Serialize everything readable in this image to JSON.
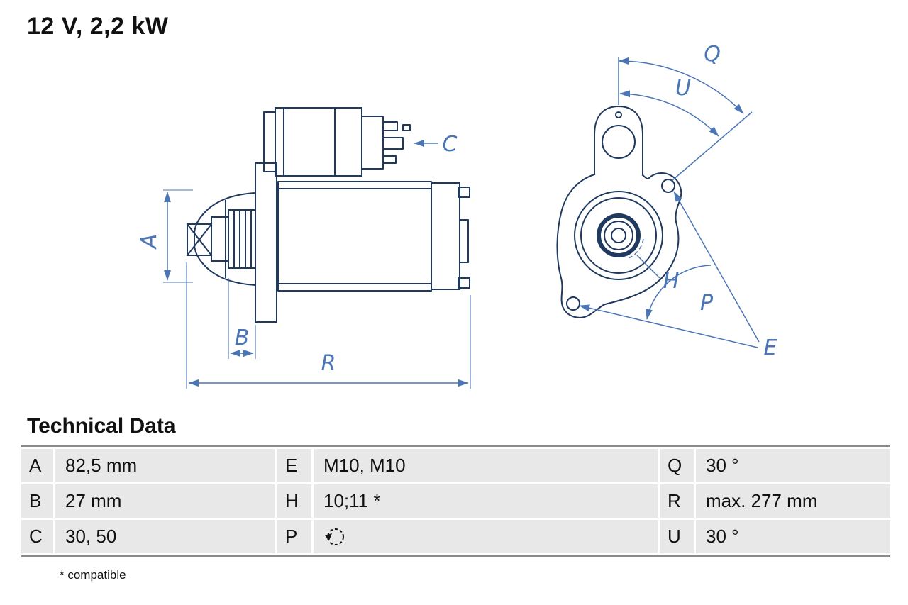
{
  "title": "12 V, 2,2 kW",
  "colors": {
    "drawing_outline": "#20395f",
    "dimension_blue": "#4b76b6",
    "table_cell_bg": "#e8e8e8",
    "text": "#111111"
  },
  "diagram": {
    "labels": {
      "A": "A",
      "B": "B",
      "C": "C",
      "R": "R",
      "Q": "Q",
      "U": "U",
      "H": "H",
      "P": "P",
      "E": "E"
    }
  },
  "technical_data": {
    "heading": "Technical Data",
    "rows": [
      {
        "c1": {
          "key": "A",
          "value": "82,5 mm"
        },
        "c2": {
          "key": "E",
          "value": "M10, M10"
        },
        "c3": {
          "key": "Q",
          "value": "30 °"
        }
      },
      {
        "c1": {
          "key": "B",
          "value": "27 mm"
        },
        "c2": {
          "key": "H",
          "value": "10;11 *"
        },
        "c3": {
          "key": "R",
          "value": "max. 277 mm"
        }
      },
      {
        "c1": {
          "key": "C",
          "value": "30, 50"
        },
        "c2": {
          "key": "P",
          "value": "",
          "icon": "rotation-ccw-icon"
        },
        "c3": {
          "key": "U",
          "value": "30 °"
        }
      }
    ],
    "footnote": "* compatible"
  }
}
